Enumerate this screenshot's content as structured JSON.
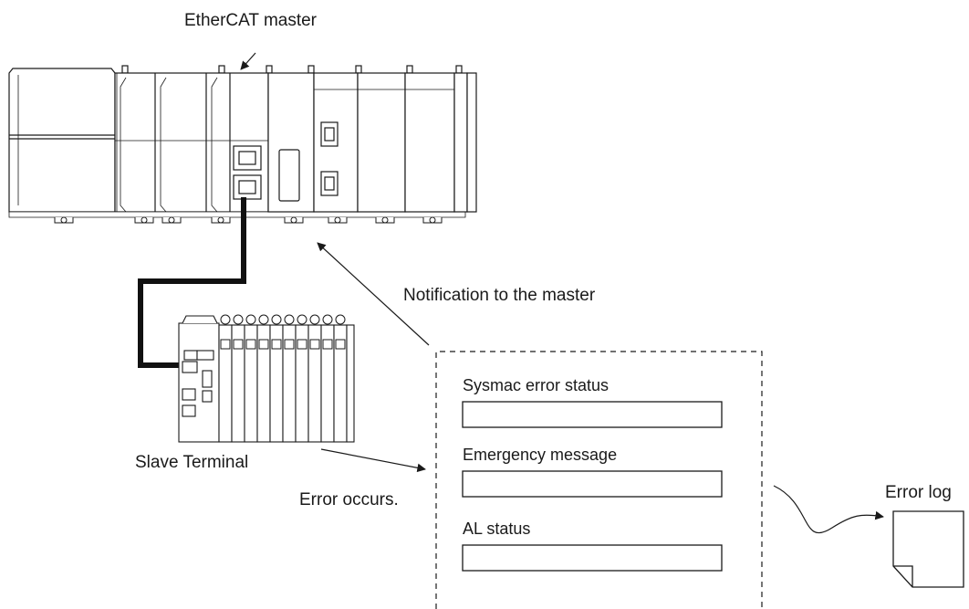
{
  "labels": {
    "master": "EtherCAT master",
    "slave_terminal": "Slave Terminal",
    "notification": "Notification to the master",
    "error_occurs": "Error occurs.",
    "error_log": "Error log"
  },
  "status_fields": [
    {
      "label": "Sysmac error status",
      "value": ""
    },
    {
      "label": "Emergency message",
      "value": ""
    },
    {
      "label": "AL status",
      "value": ""
    }
  ],
  "colors": {
    "line": "#1a1a1a",
    "fill": "#ffffff",
    "cable": "#111111"
  }
}
